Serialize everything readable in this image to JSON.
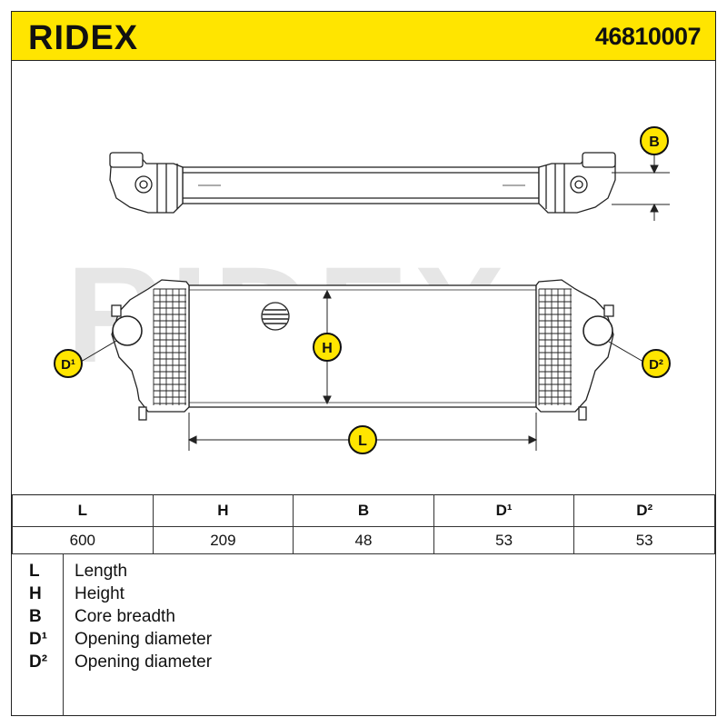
{
  "header": {
    "brand": "RIDEX",
    "part_number": "46810007"
  },
  "watermark": "RIDEX",
  "callouts": {
    "b": "B",
    "h": "H",
    "l": "L",
    "d1": "D¹",
    "d2": "D²"
  },
  "colors": {
    "header_bg": "#ffe500",
    "callout_bg": "#ffe500",
    "line": "#222222",
    "watermark": "#e6e6e6"
  },
  "table": {
    "headers": [
      "L",
      "H",
      "B",
      "D¹",
      "D²"
    ],
    "values": [
      "600",
      "209",
      "48",
      "53",
      "53"
    ]
  },
  "legend": [
    {
      "key": "L",
      "desc": "Length"
    },
    {
      "key": "H",
      "desc": "Height"
    },
    {
      "key": "B",
      "desc": "Core breadth"
    },
    {
      "key": "D¹",
      "desc": "Opening diameter"
    },
    {
      "key": "D²",
      "desc": "Opening diameter"
    }
  ]
}
